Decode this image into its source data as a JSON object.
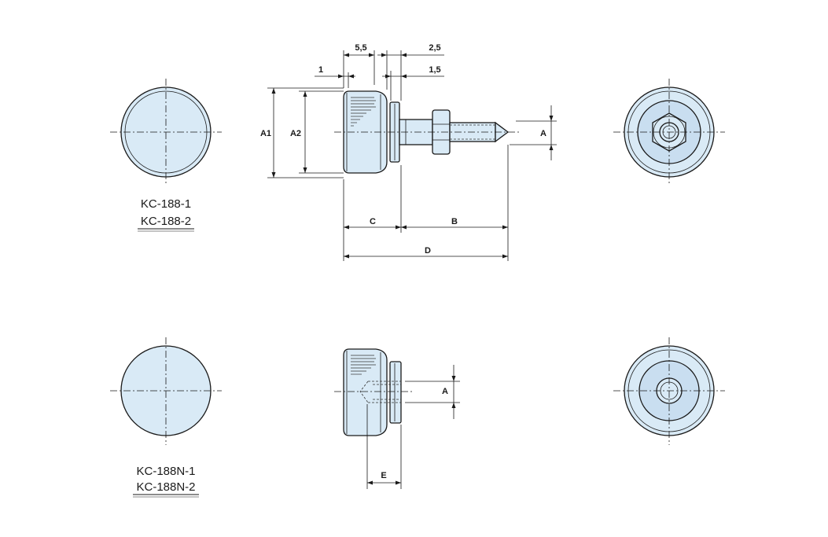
{
  "models": {
    "top_1": "KC-188-1",
    "top_2": "KC-188-2",
    "bottom_1": "KC-188N-1",
    "bottom_2": "KC-188N-2"
  },
  "dimensions": {
    "d_5_5": "5,5",
    "d_2_5": "2,5",
    "d_1": "1",
    "d_1_5": "1,5",
    "a1": "A1",
    "a2": "A2",
    "a_top": "A",
    "c": "C",
    "b": "B",
    "d": "D",
    "a_bottom": "A",
    "e": "E"
  },
  "colors": {
    "part_fill": "#d9eaf6",
    "line": "#1a1a1a"
  }
}
